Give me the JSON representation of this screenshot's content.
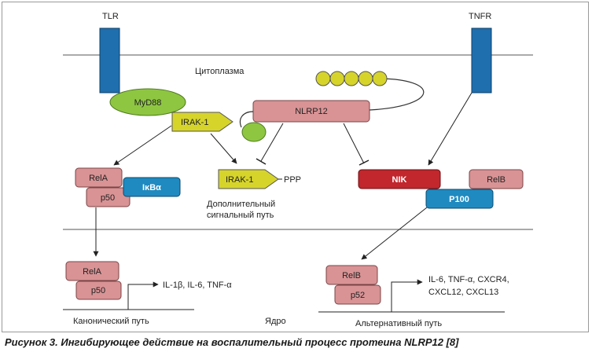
{
  "receptors": {
    "tlr": "TLR",
    "tnfr": "TNFR"
  },
  "compartments": {
    "cytoplasm": "Цитоплазма",
    "nucleus": "Ядро"
  },
  "proteins": {
    "myd88": "MyD88",
    "irak1_top": "IRAK-1",
    "nlrp12": "NLRP12",
    "rela_cyto": "RelA",
    "p50_cyto": "p50",
    "ikba": "IκBα",
    "irak1_mid": "IRAK-1",
    "ppp": "PPP",
    "nik": "NIK",
    "relb_cyto": "RelB",
    "p100": "P100",
    "rela_nuc": "RelA",
    "p50_nuc": "p50",
    "relb_nuc": "RelB",
    "p52_nuc": "p52"
  },
  "labels": {
    "additional_path_line1": "Дополнительный",
    "additional_path_line2": "сигнальный путь",
    "canonical_path": "Канонический путь",
    "alternative_path": "Альтернативный путь",
    "genes_canonical": "IL-1β, IL-6, TNF-α",
    "genes_alt_line1": "IL-6, TNF-α, CXCR4,",
    "genes_alt_line2": "CXCL12, CXCL13"
  },
  "caption": "Рисунок 3. Ингибирующее действие на воспалительный процесс протеина NLRP12 [8]",
  "colors": {
    "receptor": "#1f6fae",
    "myd88": "#8ec641",
    "irak": "#d6d42a",
    "nlrp12": "#d99395",
    "beads": "#d6d42a",
    "ikba": "#1f8ac0",
    "nik": "#c1272d",
    "p100": "#1f8ac0",
    "rel": "#d99395"
  }
}
